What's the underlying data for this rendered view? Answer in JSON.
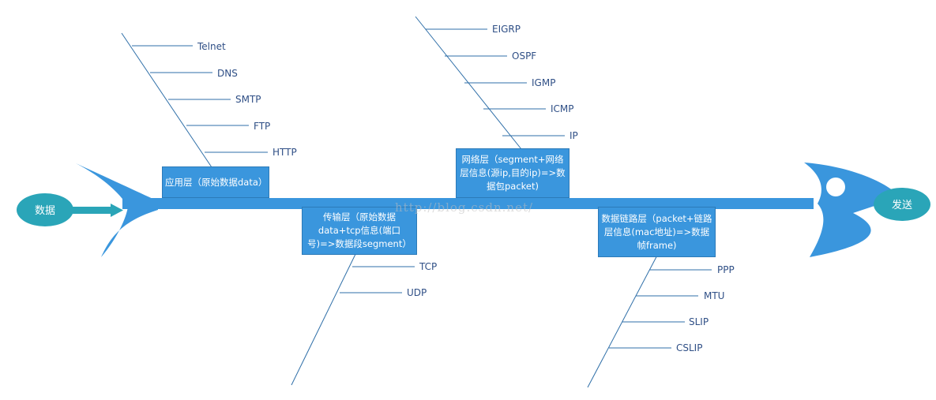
{
  "endpoints": {
    "start": "数据",
    "end": "发送"
  },
  "layers": {
    "application": {
      "label": "应用层（原始数据data）",
      "protocols": [
        "Telnet",
        "DNS",
        "SMTP",
        "FTP",
        "HTTP"
      ]
    },
    "network": {
      "label": "网络层（segment+网络层信息(源ip,目的ip)=>数据包packet)",
      "protocols": [
        "EIGRP",
        "OSPF",
        "IGMP",
        "ICMP",
        "IP"
      ]
    },
    "transport": {
      "label": "传输层（原始数据data+tcp信息(端口号)=>数据段segment）",
      "protocols": [
        "TCP",
        "UDP"
      ]
    },
    "datalink": {
      "label": "数据链路层（packet+链路层信息(mac地址)=>数据帧frame)",
      "protocols": [
        "PPP",
        "MTU",
        "SLIP",
        "CSLIP"
      ]
    }
  },
  "watermark": "http://blog.csdn.net/",
  "colors": {
    "fish": "#3a96dd",
    "ellipse": "#2aa5b8",
    "line": "#2f6fa8",
    "text": "#2f4f86",
    "box_text": "#ffffff"
  }
}
